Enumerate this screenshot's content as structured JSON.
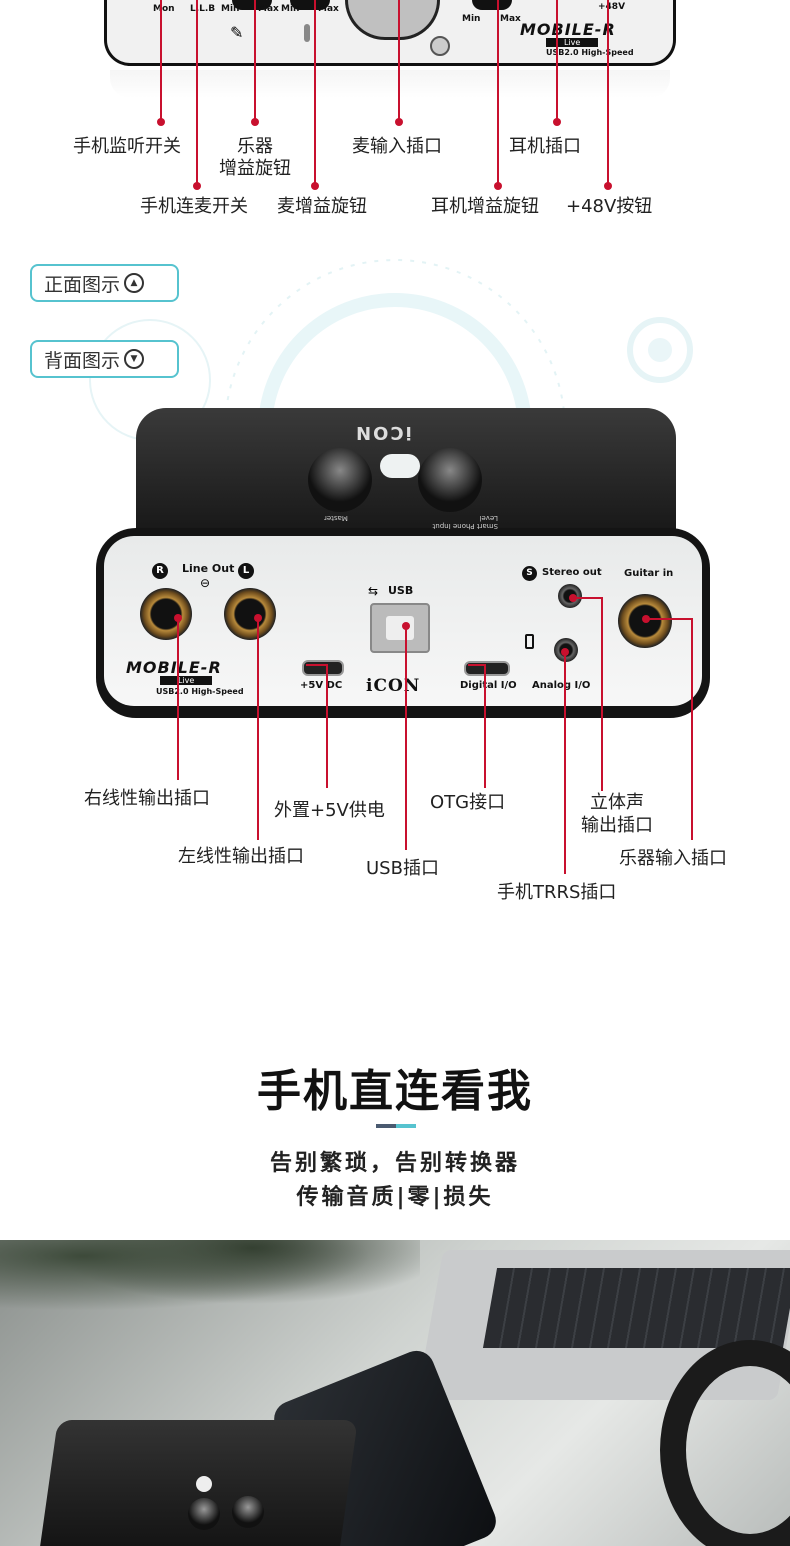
{
  "top_panel": {
    "labels": [
      "Mon",
      "L.L.B",
      "Min",
      "Max",
      "Min",
      "Max",
      "Min",
      "Max",
      "+48V"
    ],
    "brand": "MOBILE-R",
    "brand_sub": "Live",
    "brand_desc": "USB2.0 High-Speed"
  },
  "front_callouts": {
    "phone_monitor_switch": "手机监听开关",
    "instrument_gain_line1": "乐器",
    "instrument_gain_line2": "增益旋钮",
    "mic_input": "麦输入插口",
    "headphone_jack": "耳机插口",
    "phone_mic_switch": "手机连麦开关",
    "mic_gain": "麦增益旋钮",
    "headphone_gain": "耳机增益旋钮",
    "phantom_button": "+48V按钮"
  },
  "toggles": {
    "front": "正面图示",
    "back": "背面图示"
  },
  "back_panel": {
    "top_logo": "iCON",
    "knob_left": "Master",
    "knob_right": "Smart Phone Input Level",
    "r_badge": "R",
    "l_badge": "L",
    "line_out": "Line Out",
    "usb": "USB",
    "stereo_badge": "S",
    "stereo_out": "Stereo out",
    "guitar_in": "Guitar in",
    "brand": "MOBILE-R",
    "brand_sub": "Live",
    "brand_desc": "USB2.0 High-Speed",
    "dc": "+5V DC",
    "icon_logo": "iCON",
    "digital_io": "Digital I/O",
    "analog_io": "Analog I/O"
  },
  "back_callouts": {
    "right_line_out": "右线性输出插口",
    "ext_power": "外置+5V供电",
    "otg": "OTG接口",
    "stereo_line1": "立体声",
    "stereo_line2": "输出插口",
    "left_line_out": "左线性输出插口",
    "usb_port": "USB插口",
    "instrument_in": "乐器输入插口",
    "phone_trrs": "手机TRRS插口"
  },
  "section": {
    "title": "手机直连看我",
    "line1": "告别繁琐，告别转换器",
    "line2": "传输音质|零|损失"
  },
  "colors": {
    "accent": "#56c3cf",
    "callout_red": "#c8102e",
    "device_black": "#151515",
    "panel_silver": "#eeeeee"
  }
}
